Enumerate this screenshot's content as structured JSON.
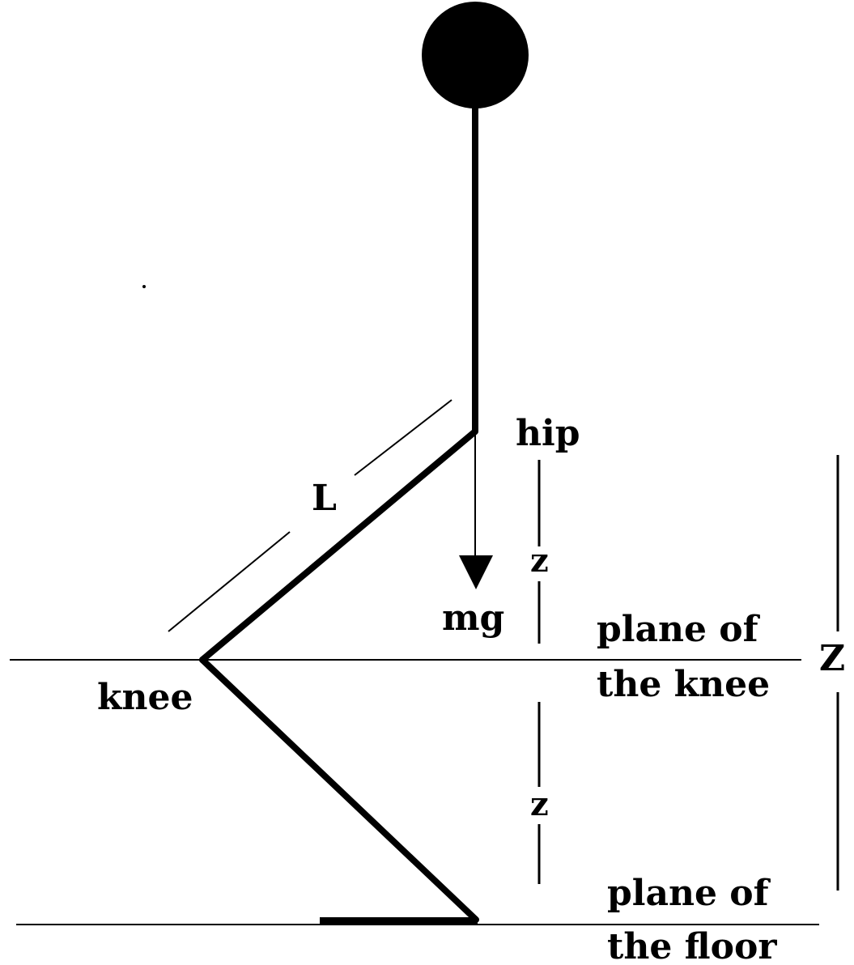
{
  "labels": {
    "hip": "hip",
    "length": "L",
    "z_upper": "z",
    "z_lower": "z",
    "Z_total": "Z",
    "mg": "mg",
    "knee": "knee",
    "knee_plane_line1": "plane of",
    "knee_plane_line2": "the knee",
    "floor_plane_line1": "plane of",
    "floor_plane_line2": "the floor"
  },
  "colors": {
    "ink": "#000000",
    "background": "#ffffff"
  }
}
